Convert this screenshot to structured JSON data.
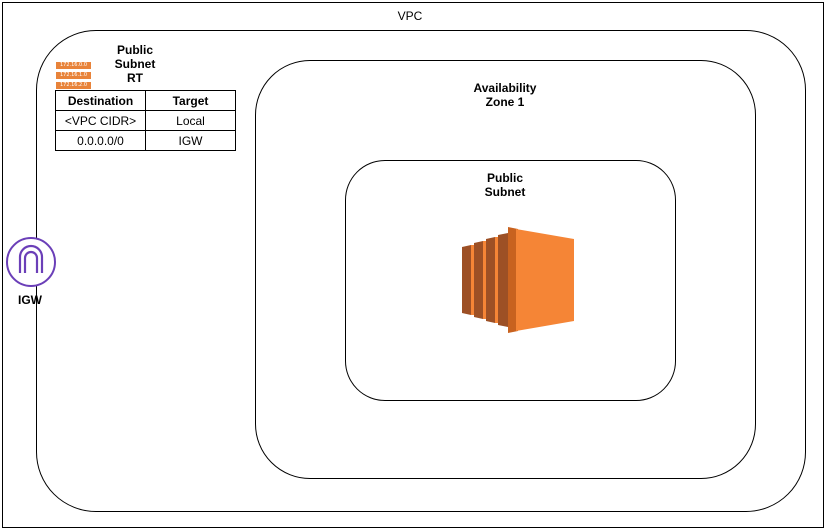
{
  "vpc": {
    "label": "VPC"
  },
  "availability_zone": {
    "label_line1": "Availability",
    "label_line2": "Zone 1"
  },
  "subnet": {
    "label_line1": "Public",
    "label_line2": "Subnet",
    "icon": "ec2-instance-icon"
  },
  "route_table": {
    "title_line1": "Public",
    "title_line2": "Subnet",
    "title_line3": "RT",
    "router_icon_labels": [
      "172.16.0.0",
      "172.16.1.0",
      "172.16.2.0"
    ],
    "headers": [
      "Destination",
      "Target"
    ],
    "rows": [
      [
        "<VPC CIDR>",
        "Local"
      ],
      [
        "0.0.0.0/0",
        "IGW"
      ]
    ]
  },
  "igw": {
    "label": "IGW",
    "icon": "internet-gateway-icon"
  },
  "colors": {
    "orange": "#e8833a",
    "ec2_dark": "#9d5025",
    "ec2_mid": "#c8621f",
    "ec2_light": "#f58536",
    "igw_purple": "#6b3fb8"
  }
}
